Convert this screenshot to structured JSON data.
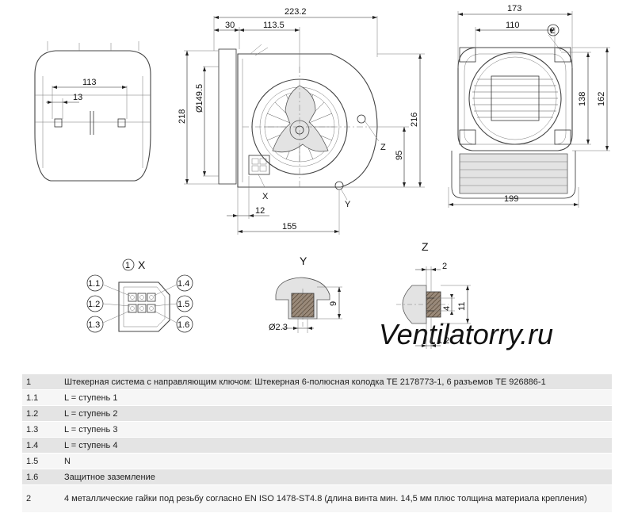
{
  "views": {
    "left": {
      "dims": [
        "113",
        "13"
      ]
    },
    "front": {
      "dims": [
        "223.2",
        "30",
        "113.5",
        "Ø149.5",
        "218",
        "216",
        "95",
        "12",
        "155"
      ],
      "markers": [
        "X",
        "Y",
        "Z"
      ]
    },
    "right": {
      "dims": [
        "173",
        "110",
        "138",
        "162",
        "199"
      ],
      "callout": "2"
    }
  },
  "details": {
    "x": {
      "callout": "1",
      "title": "X",
      "pins": [
        "1.1",
        "1.2",
        "1.3",
        "1.4",
        "1.5",
        "1.6"
      ]
    },
    "y": {
      "title": "Y",
      "dims": [
        "9",
        "Ø2.3"
      ]
    },
    "z": {
      "title": "Z",
      "dims": [
        "2",
        "4",
        "11",
        "1.2"
      ]
    }
  },
  "watermark": "Ventilatorry.ru",
  "legend": [
    {
      "num": "1",
      "desc": "Штекерная система с направляющим ключом: Штекерная 6-полюсная колодка TE 2178773-1, 6 разъемов TE 926886-1"
    },
    {
      "num": "1.1",
      "desc": "L = ступень 1"
    },
    {
      "num": "1.2",
      "desc": "L = ступень 2"
    },
    {
      "num": "1.3",
      "desc": "L = ступень 3"
    },
    {
      "num": "1.4",
      "desc": "L = ступень 4"
    },
    {
      "num": "1.5",
      "desc": "N"
    },
    {
      "num": "1.6",
      "desc": "Защитное заземление"
    },
    {
      "num": "2",
      "desc": "4 металлические гайки под резьбу согласно EN ISO 1478-ST4.8 (длина винта мин. 14,5 мм плюс толщина материала крепления)"
    }
  ]
}
